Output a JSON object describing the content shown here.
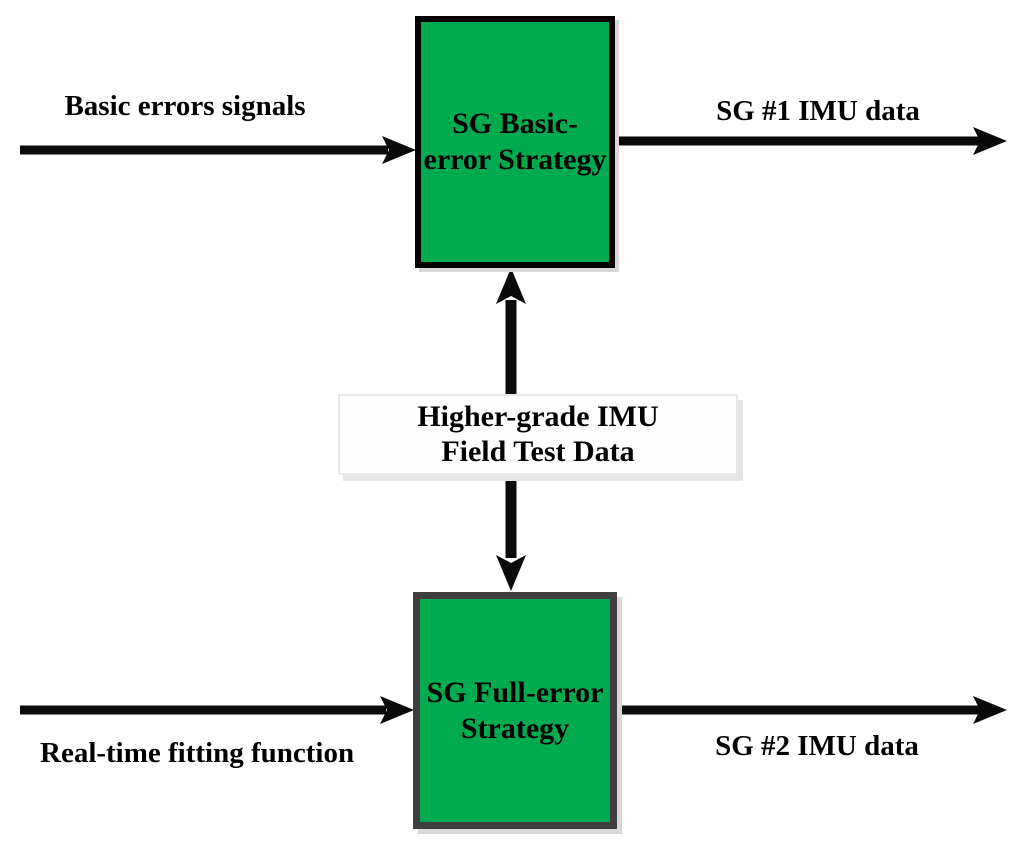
{
  "diagram": {
    "boxes": {
      "basic": {
        "line1": "SG Basic-",
        "line2": "error Strategy"
      },
      "field_test": {
        "line1": "Higher-grade IMU",
        "line2": "Field Test Data"
      },
      "full": {
        "line1": "SG Full-error",
        "line2": "Strategy"
      }
    },
    "labels": {
      "basic_errors_in": "Basic errors signals",
      "sg1_out": "SG #1 IMU data",
      "realtime_in": "Real-time fitting function",
      "sg2_out": "SG #2 IMU data"
    },
    "colors": {
      "box_green": "#00AB50",
      "box_border_black": "#000000",
      "box_border_gray": "#3F3F3F",
      "field_box_bg": "#FEFEFE",
      "field_box_border": "#E9E9E9",
      "shadow_gray": "#D8D8D8",
      "arrow_black": "#0A0A0A",
      "text_black": "#000000",
      "background": "#FFFFFF"
    }
  }
}
